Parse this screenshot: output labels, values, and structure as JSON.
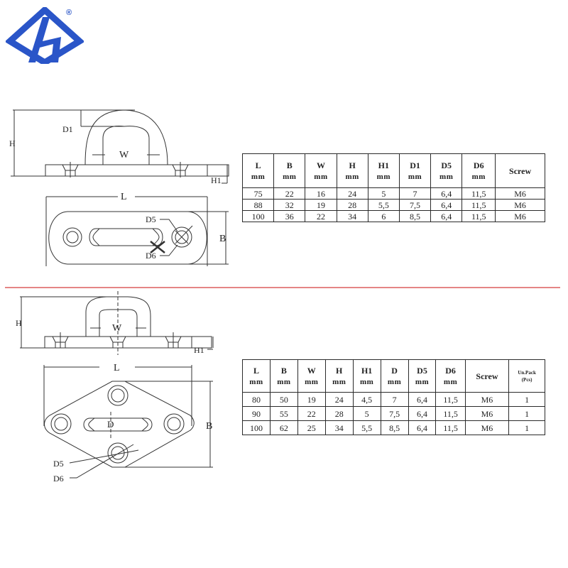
{
  "logo": {
    "name": "brand-logo",
    "registered_mark": "®",
    "color": "#2a55c8"
  },
  "divider": {
    "color": "#e58585"
  },
  "product1": {
    "drawing_labels": {
      "H": "H",
      "D1": "D1",
      "W": "W",
      "H1": "H1",
      "L": "L",
      "B": "B",
      "D5": "D5",
      "D6": "D6"
    },
    "table": {
      "headers": [
        {
          "name": "L",
          "unit": "mm"
        },
        {
          "name": "B",
          "unit": "mm"
        },
        {
          "name": "W",
          "unit": "mm"
        },
        {
          "name": "H",
          "unit": "mm"
        },
        {
          "name": "H1",
          "unit": "mm"
        },
        {
          "name": "D1",
          "unit": "mm"
        },
        {
          "name": "D5",
          "unit": "mm"
        },
        {
          "name": "D6",
          "unit": "mm"
        },
        {
          "name": "Screw",
          "unit": ""
        }
      ],
      "rows": [
        [
          "75",
          "22",
          "16",
          "24",
          "5",
          "7",
          "6,4",
          "11,5",
          "M6"
        ],
        [
          "88",
          "32",
          "19",
          "28",
          "5,5",
          "7,5",
          "6,4",
          "11,5",
          "M6"
        ],
        [
          "100",
          "36",
          "22",
          "34",
          "6",
          "8,5",
          "6,4",
          "11,5",
          "M6"
        ]
      ]
    }
  },
  "product2": {
    "drawing_labels": {
      "H": "H",
      "W": "W",
      "H1": "H1",
      "L": "L",
      "B": "B",
      "D": "D",
      "D5": "D5",
      "D6": "D6"
    },
    "table": {
      "headers": [
        {
          "name": "L",
          "unit": "mm"
        },
        {
          "name": "B",
          "unit": "mm"
        },
        {
          "name": "W",
          "unit": "mm"
        },
        {
          "name": "H",
          "unit": "mm"
        },
        {
          "name": "H1",
          "unit": "mm"
        },
        {
          "name": "D",
          "unit": "mm"
        },
        {
          "name": "D5",
          "unit": "mm"
        },
        {
          "name": "D6",
          "unit": "mm"
        },
        {
          "name": "Screw",
          "unit": ""
        },
        {
          "name": "Un.Pack",
          "unit": "(Pcs)"
        }
      ],
      "rows": [
        [
          "80",
          "50",
          "19",
          "24",
          "4,5",
          "7",
          "6,4",
          "11,5",
          "M6",
          "1"
        ],
        [
          "90",
          "55",
          "22",
          "28",
          "5",
          "7,5",
          "6,4",
          "11,5",
          "M6",
          "1"
        ],
        [
          "100",
          "62",
          "25",
          "34",
          "5,5",
          "8,5",
          "6,4",
          "11,5",
          "M6",
          "1"
        ]
      ]
    }
  }
}
